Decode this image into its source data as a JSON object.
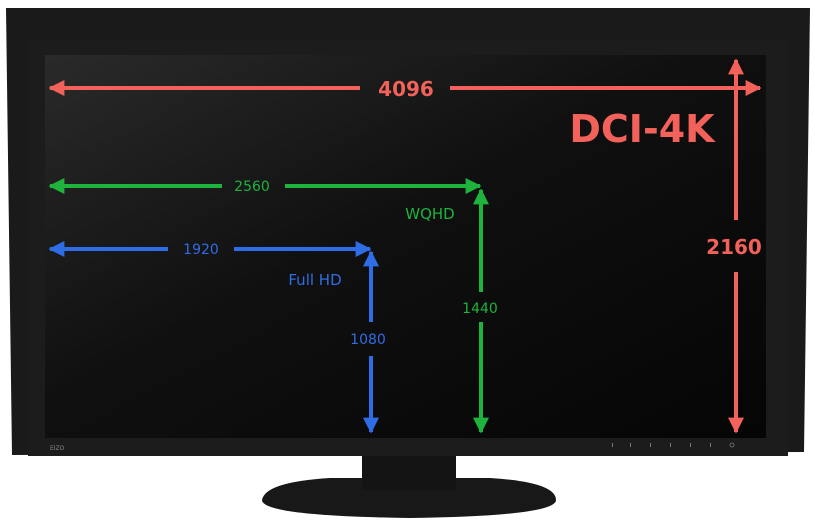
{
  "brand": "EIZO",
  "colors": {
    "red": "#f2625a",
    "green": "#1db33c",
    "blue": "#2f6de6",
    "screen": "#0e0e0e"
  },
  "resolutions": [
    {
      "name": "DCI-4K",
      "width": "4096",
      "height": "2160",
      "color": "#f2625a"
    },
    {
      "name": "WQHD",
      "width": "2560",
      "height": "1440",
      "color": "#1db33c"
    },
    {
      "name": "Full HD",
      "width": "1920",
      "height": "1080",
      "color": "#2f6de6"
    }
  ]
}
